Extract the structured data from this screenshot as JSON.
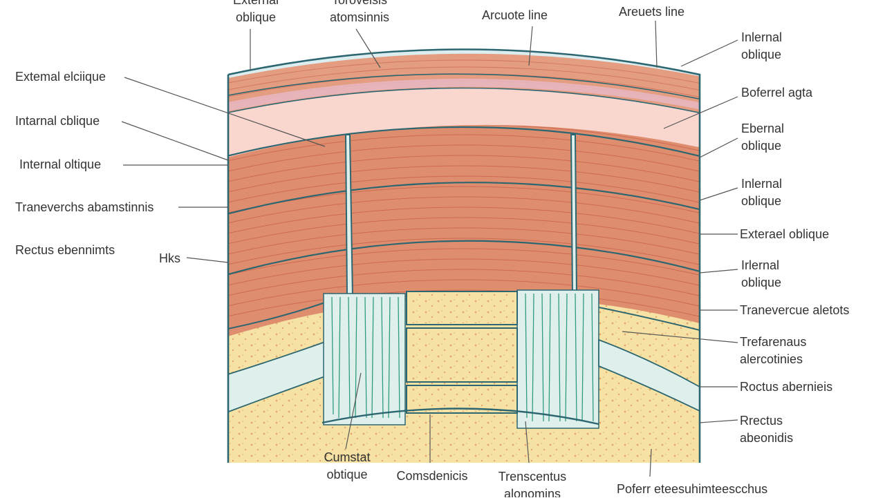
{
  "colors": {
    "muscle": "#df8d6f",
    "muscle_light": "#f2c0aa",
    "fascia_pink": "#f9d6ce",
    "membrane": "#dcedf0",
    "outline": "#2c6670",
    "fiber": "#bd4f38",
    "fat": "#f6e2a4",
    "fat_dot": "#e0a86a",
    "tendon": "#dff0ec",
    "tendon_fiber": "#2f9a82",
    "leader": "#555555"
  },
  "labels": {
    "top": {
      "external_oblique": "External\noblique",
      "transversus": "Torovelsis\natomsinnis",
      "arcuate_left": "Arcuote line",
      "arcuate_right": "Areuets line"
    },
    "left": {
      "external_elbique": "Extemal elciique",
      "internal_cblique": "Intarnal cblique",
      "internal_oltique": "Internal oltique",
      "traneverchs": "Traneverchs abamstinnis",
      "rectus": "Rectus ebennimts",
      "hks": "Hks"
    },
    "right": {
      "internal_oblique_1": "Inlernal\noblique",
      "boferrel_agta": "Boferrel agta",
      "external_oblique": "Ebernal\noblique",
      "internal_oblique_2": "Inlernal\noblique",
      "exterael_oblique": "Exterael oblique",
      "internal_oblique_3": "Irlernal\noblique",
      "transvercue": "Tranevercue aletots",
      "trefarenaus": "Trefarenaus\nalercotinies",
      "roctus": "Roctus abernieis",
      "rrectus": "Rrectus\nabeonidis"
    },
    "bottom": {
      "cumstat": "Cumstat\nobtique",
      "comsdenicis": "Comsdenicis",
      "trenscentus": "Trenscentus\nalonomins",
      "poferr": "Poferr eteesuhimteescchus"
    }
  }
}
